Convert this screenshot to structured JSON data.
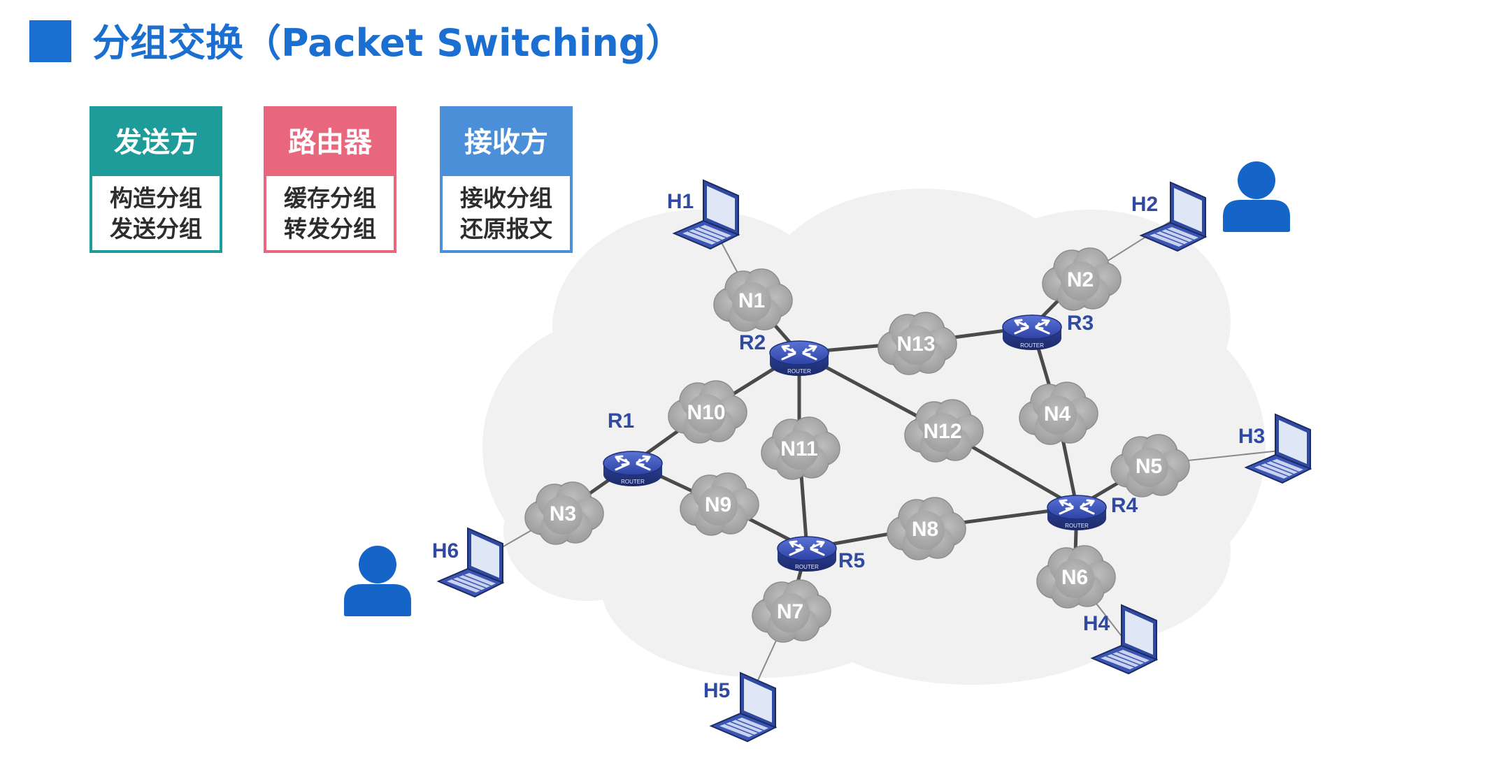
{
  "title": "分组交换（Packet Switching）",
  "cards": [
    {
      "id": "sender",
      "title": "发送方",
      "lines": [
        "构造分组",
        "发送分组"
      ],
      "color": "#1d9c9a"
    },
    {
      "id": "router",
      "title": "路由器",
      "lines": [
        "缓存分组",
        "转发分组"
      ],
      "color": "#e8677d"
    },
    {
      "id": "receiver",
      "title": "接收方",
      "lines": [
        "接收分组",
        "还原报文"
      ],
      "color": "#4b8fd9"
    }
  ],
  "network": {
    "routers": [
      {
        "id": "R1",
        "label": "R1"
      },
      {
        "id": "R2",
        "label": "R2"
      },
      {
        "id": "R3",
        "label": "R3"
      },
      {
        "id": "R4",
        "label": "R4"
      },
      {
        "id": "R5",
        "label": "R5"
      }
    ],
    "router_icon_text": "ROUTER",
    "networks": [
      "N1",
      "N2",
      "N3",
      "N4",
      "N5",
      "N6",
      "N7",
      "N8",
      "N9",
      "N10",
      "N11",
      "N12",
      "N13"
    ],
    "hosts": [
      "H1",
      "H2",
      "H3",
      "H4",
      "H5",
      "H6"
    ],
    "links": [
      [
        "H1",
        "N1"
      ],
      [
        "N1",
        "R2"
      ],
      [
        "H2",
        "N2"
      ],
      [
        "N2",
        "R3"
      ],
      [
        "R2",
        "N13"
      ],
      [
        "N13",
        "R3"
      ],
      [
        "R3",
        "N4"
      ],
      [
        "N4",
        "R4"
      ],
      [
        "R2",
        "N10"
      ],
      [
        "N10",
        "R1"
      ],
      [
        "R2",
        "N11"
      ],
      [
        "N11",
        "R5"
      ],
      [
        "R2",
        "N12"
      ],
      [
        "N12",
        "R4"
      ],
      [
        "R1",
        "N9"
      ],
      [
        "N9",
        "R5"
      ],
      [
        "R1",
        "N3"
      ],
      [
        "N3",
        "H6"
      ],
      [
        "R5",
        "N8"
      ],
      [
        "N8",
        "R4"
      ],
      [
        "R4",
        "N5"
      ],
      [
        "N5",
        "H3"
      ],
      [
        "R4",
        "N6"
      ],
      [
        "N6",
        "H4"
      ],
      [
        "R5",
        "N7"
      ],
      [
        "N7",
        "H5"
      ]
    ],
    "users": [
      "user-near-H2",
      "user-near-H6"
    ],
    "colors": {
      "label": "#2f4aa0",
      "cloud": "#a6a6a6",
      "router": "#3b52b4",
      "user": "#1565c8"
    }
  }
}
